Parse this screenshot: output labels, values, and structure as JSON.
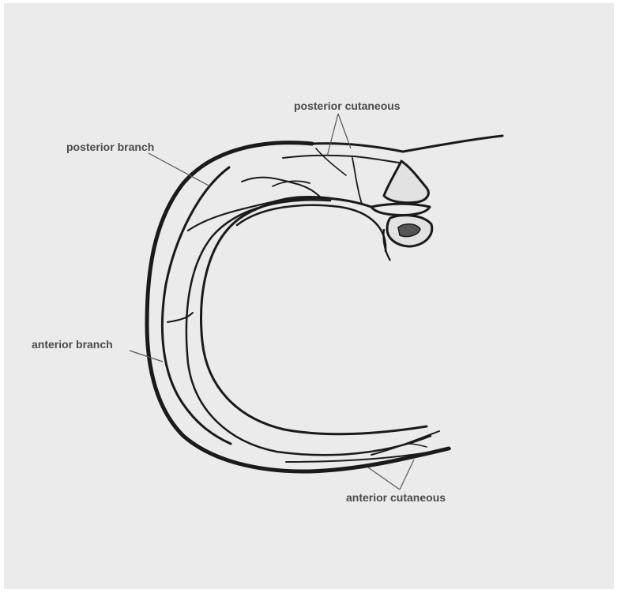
{
  "labels": {
    "posterior_cutaneous": "posterior cutaneous",
    "posterior_branch": "posterior branch",
    "anterior_branch": "anterior branch",
    "anterior_cutaneous": "anterior cutaneous"
  },
  "colors": {
    "background": "#ebebeb",
    "line": "#1a1a1a",
    "label_text": "#4a4a4a",
    "leader_line": "#555555"
  }
}
